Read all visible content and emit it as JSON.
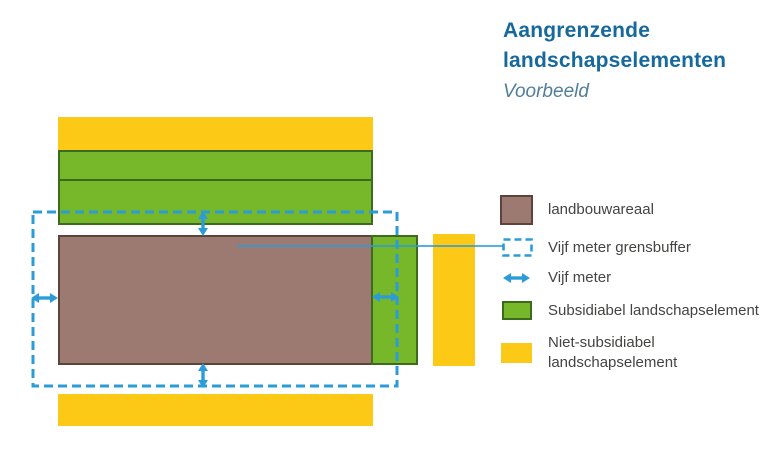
{
  "title": {
    "line1": "Aangrenzende",
    "line2": "landschapselementen",
    "subtitle": "Voorbeeld"
  },
  "legend": {
    "items": [
      {
        "icon": "landbouwareaal-swatch",
        "label": "landbouwareaal"
      },
      {
        "icon": "grensbuffer-dashed-swatch",
        "label": "Vijf meter grensbuffer"
      },
      {
        "icon": "vijf-meter-double-arrow-icon",
        "label": "Vijf meter"
      },
      {
        "icon": "subsidiabel-swatch",
        "label": "Subsidiabel landschapselement"
      },
      {
        "icon": "niet-subsidiabel-swatch",
        "label": "Niet-subsidiabel landschapselement"
      }
    ]
  },
  "diagram": {
    "regions": [
      {
        "name": "niet-subsidiabel-strook-boven",
        "legend_ref": "Niet-subsidiabel landschapselement"
      },
      {
        "name": "subsidiabel-strook-boven-1",
        "legend_ref": "Subsidiabel landschapselement"
      },
      {
        "name": "subsidiabel-strook-boven-2",
        "legend_ref": "Subsidiabel landschapselement"
      },
      {
        "name": "landbouwareaal-vlak",
        "legend_ref": "landbouwareaal"
      },
      {
        "name": "subsidiabel-strook-rechts",
        "legend_ref": "Subsidiabel landschapselement"
      },
      {
        "name": "niet-subsidiabel-blok-rechts",
        "legend_ref": "Niet-subsidiabel landschapselement"
      },
      {
        "name": "niet-subsidiabel-strook-onder",
        "legend_ref": "Niet-subsidiabel landschapselement"
      },
      {
        "name": "vijf-meter-grensbuffer-kader",
        "legend_ref": "Vijf meter grensbuffer"
      }
    ]
  },
  "colors": {
    "title_blue": "#15699c",
    "subtitle_blue": "#4f7f9a",
    "accent_blue": "#2b9cd8",
    "brown": "#9c7a72",
    "brown_border": "#5e423c",
    "green": "#76b82a",
    "green_border": "#3c6b1e",
    "yellow": "#fcc917",
    "text_gray": "#444442"
  }
}
